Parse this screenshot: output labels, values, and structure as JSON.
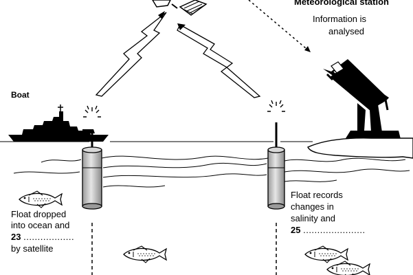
{
  "labels": {
    "station_title": "Meteorological station",
    "station_info_1": "Information is",
    "station_info_2": "analysed",
    "boat": "Boat",
    "left_line_1": "Float dropped",
    "left_line_2": "into ocean and",
    "left_q_number": "23",
    "left_q_blank": "..................",
    "left_line_4": "by satellite",
    "right_line_1": "Float records",
    "right_line_2": "changes in",
    "right_line_3": "salinity and",
    "right_q_number": "25",
    "right_q_blank": "......................"
  },
  "colors": {
    "ink": "#000000",
    "float_fill": "#c8c8c8",
    "paper": "#ffffff"
  },
  "icons": [
    "satellite-icon",
    "lightning-signal-icon",
    "radar-dish-icon",
    "boat-icon",
    "float-icon",
    "fish-icon",
    "antenna-signal-icon"
  ]
}
